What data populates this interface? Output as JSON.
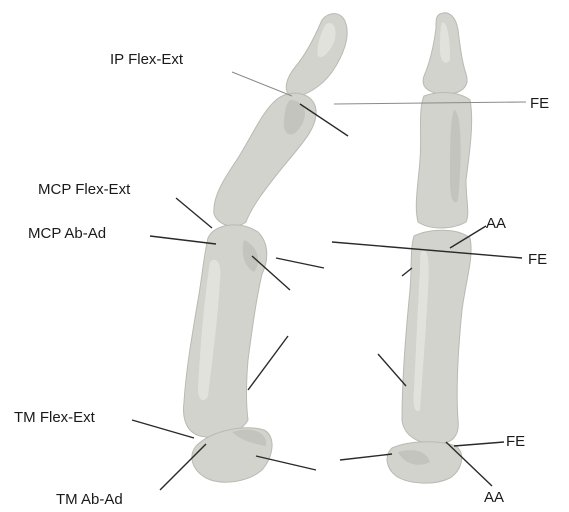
{
  "labels": {
    "ip_flex_ext": "IP Flex-Ext",
    "mcp_flex_ext": "MCP Flex-Ext",
    "mcp_ab_ad": "MCP Ab-Ad",
    "tm_flex_ext": "TM Flex-Ext",
    "tm_ab_ad": "TM Ab-Ad",
    "fe_top": "FE",
    "aa_mid": "AA",
    "fe_mid": "FE",
    "fe_bottom": "FE",
    "aa_bottom": "AA"
  },
  "colors": {
    "bone": "#d2d3cc",
    "axis": "#2a2a2a"
  }
}
